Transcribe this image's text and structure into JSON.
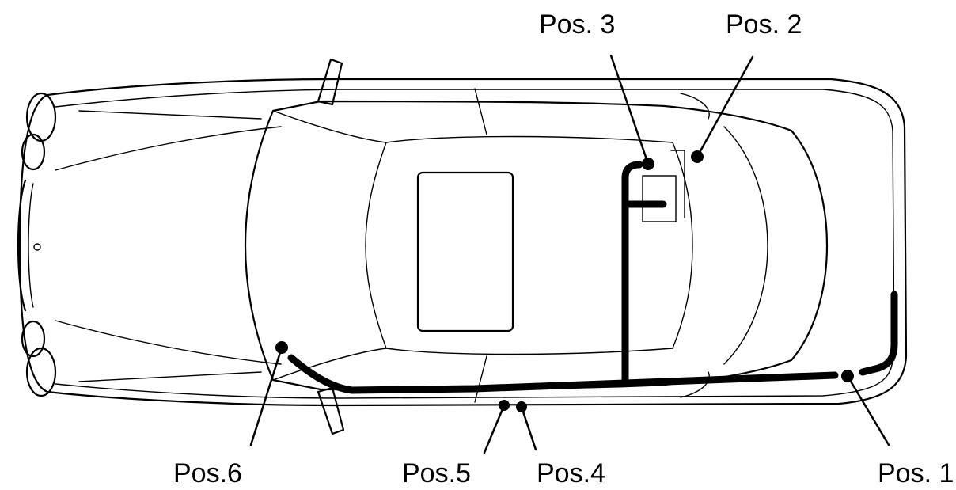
{
  "labels": {
    "pos1": "Pos. 1",
    "pos2": "Pos. 2",
    "pos3": "Pos. 3",
    "pos4": "Pos.4",
    "pos5": "Pos.5",
    "pos6": "Pos.6"
  },
  "colors": {
    "line": "#000000",
    "background": "#ffffff"
  }
}
